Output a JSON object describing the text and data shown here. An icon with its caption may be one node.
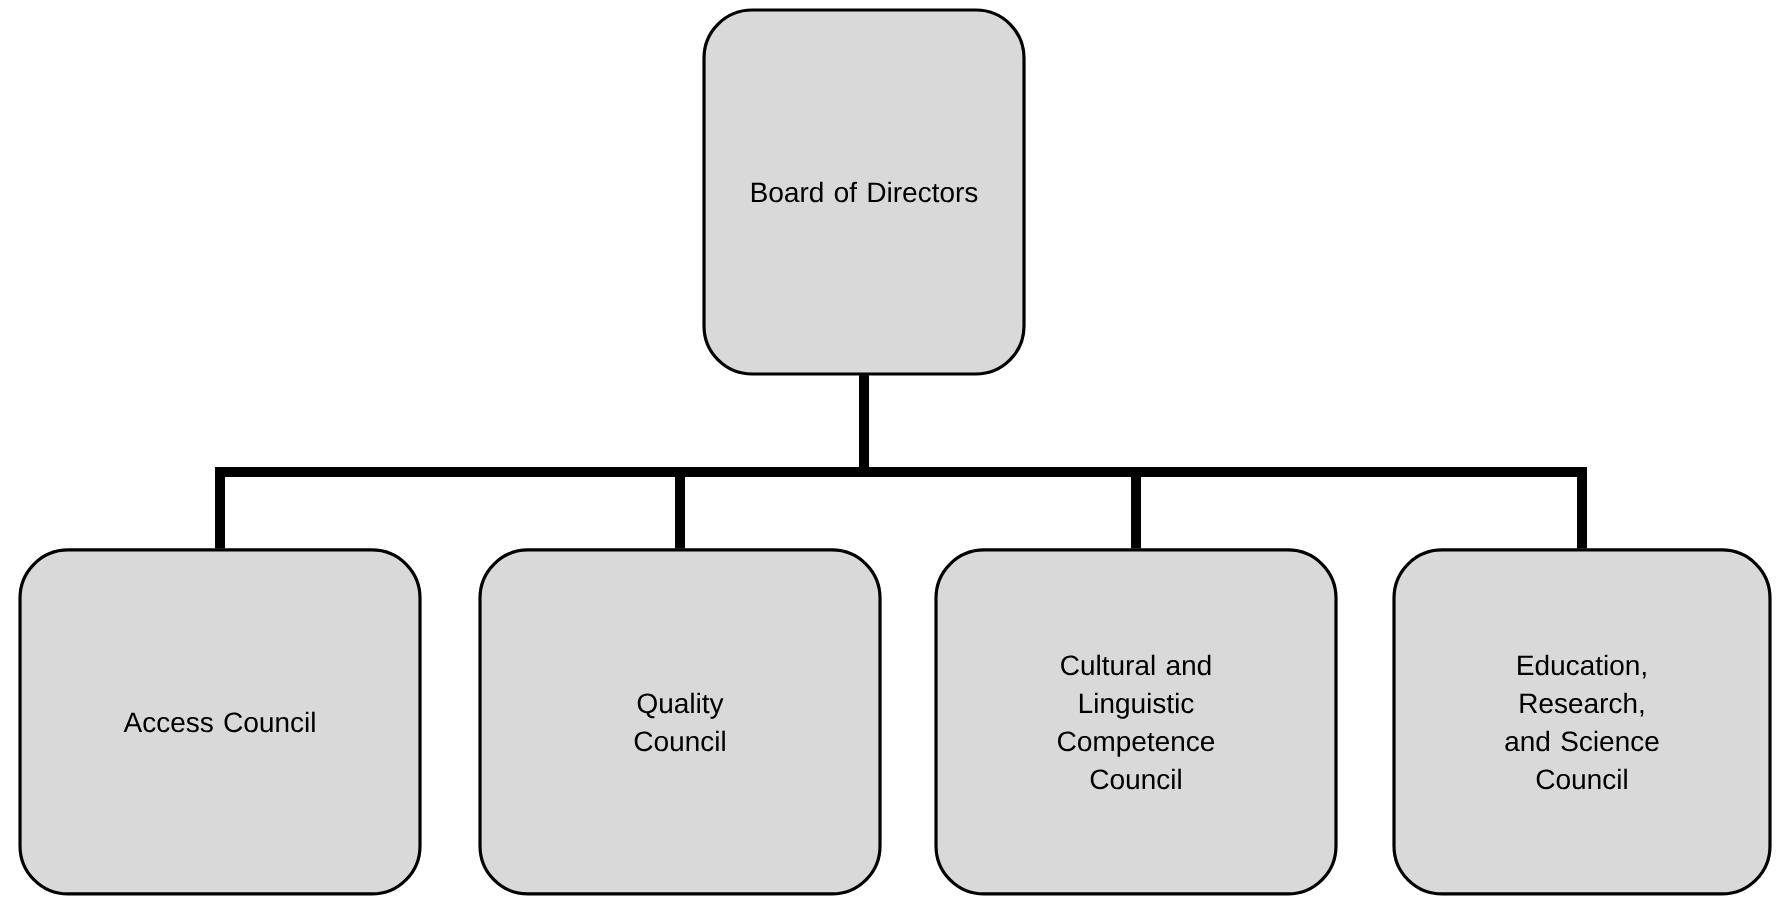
{
  "diagram": {
    "nodes": [
      {
        "text": [
          "Board of Directors"
        ]
      },
      {
        "text": [
          "Access Council"
        ]
      },
      {
        "text": [
          "Quality Council"
        ]
      },
      {
        "text": [
          "Cultural and Linguistic Competence Council"
        ]
      },
      {
        "text": [
          "Education, Research, and Science Council"
        ]
      }
    ],
    "edges": [
      {
        "from": 0,
        "to": 1,
        "arrow": "none"
      },
      {
        "from": 0,
        "to": 2,
        "arrow": "none"
      },
      {
        "from": 0,
        "to": 3,
        "arrow": "none"
      },
      {
        "from": 0,
        "to": 4,
        "arrow": "none"
      }
    ]
  }
}
